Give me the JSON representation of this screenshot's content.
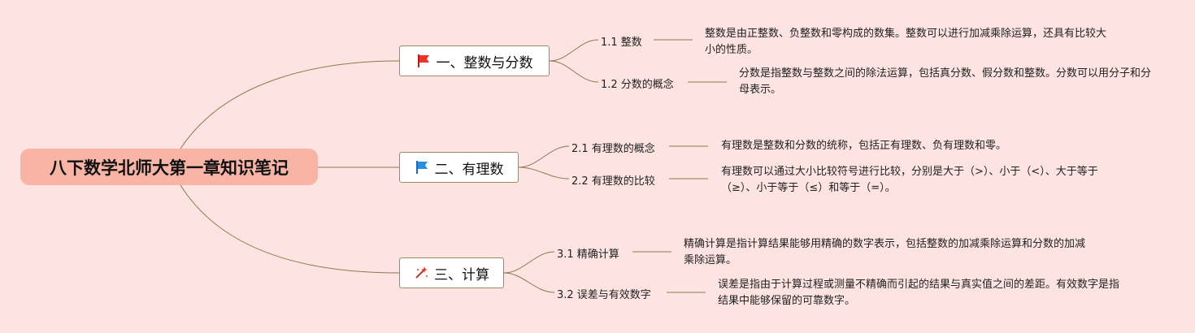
{
  "title": "八下数学北师大第一章知识笔记",
  "branches": [
    {
      "label": "一、整数与分数",
      "icon": "red-flag-icon",
      "children": [
        {
          "label": "1.1 整数",
          "desc": "整数是由正整数、负整数和零构成的数集。整数可以进行加减乘除运算，还具有比较大小的性质。"
        },
        {
          "label": "1.2 分数的概念",
          "desc": "分数是指整数与整数之间的除法运算，包括真分数、假分数和整数。分数可以用分子和分母表示。"
        }
      ]
    },
    {
      "label": "二、有理数",
      "icon": "blue-flag-icon",
      "children": [
        {
          "label": "2.1 有理数的概念",
          "desc": "有理数是整数和分数的统称，包括正有理数、负有理数和零。"
        },
        {
          "label": "2.2 有理数的比较",
          "desc": "有理数可以通过大小比较符号进行比较，分别是大于（>）、小于（<）、大于等于（≥）、小于等于（≤）和等于（=）。"
        }
      ]
    },
    {
      "label": "三、计算",
      "icon": "magic-wand-icon",
      "children": [
        {
          "label": "3.1 精确计算",
          "desc": "精确计算是指计算结果能够用精确的数字表示，包括整数的加减乘除运算和分数的加减乘除运算。"
        },
        {
          "label": "3.2 误差与有效数字",
          "desc": "误差是指由于计算过程或测量不精确而引起的结果与真实值之间的差距。有效数字是指结果中能够保留的可靠数字。"
        }
      ]
    }
  ],
  "colors": {
    "background": "#fde3e1",
    "root_fill": "#f8b5a6",
    "connector": "#8a7a4e",
    "red_flag": "#e8342a",
    "blue_flag": "#2b8fe0"
  }
}
